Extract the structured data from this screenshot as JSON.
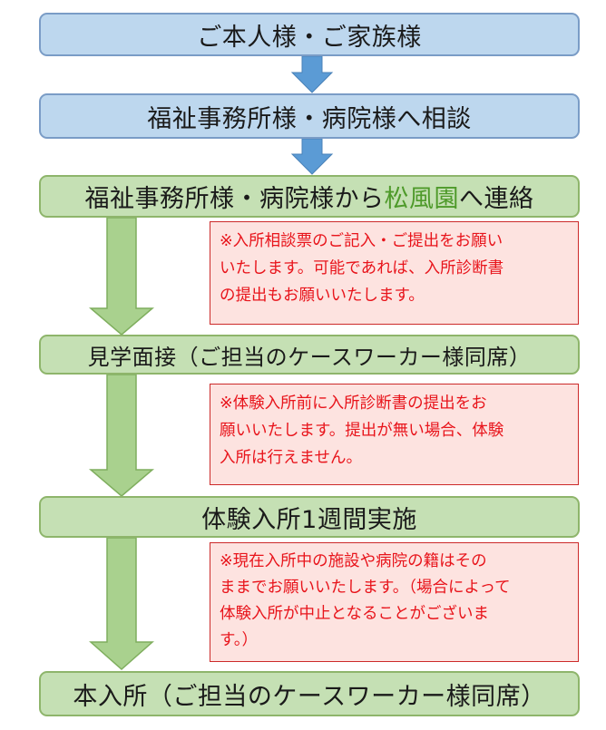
{
  "steps": {
    "family": "ご本人様・ご家族様",
    "consult": "福祉事務所様・病院様へ相談",
    "contact": {
      "prefix": "福祉事務所様・病院様から",
      "facility": "松風園",
      "suffix": "へ連絡"
    },
    "visit": "見学面接（ご担当のケースワーカー様同席）",
    "trial": "体験入所1週間実施",
    "admission": "本入所（ご担当のケースワーカー様同席）"
  },
  "notes": {
    "n1": [
      "※入所相談票のご記入・ご提出をお願い",
      "いたします。可能であれば、入所診断書",
      "の提出もお願いいたします。"
    ],
    "n2": [
      "※体験入所前に入所診断書の提出をお",
      "願いいたします。提出が無い場合、体験",
      "入所は行えません。"
    ],
    "n3": [
      "※現在入所中の施設や病院の籍はその",
      "ままでお願いいたします。（場合によって",
      "体験入所が中止となることがございま",
      "す。）"
    ]
  },
  "colors": {
    "blue_fill": "#bdd7ee",
    "green_fill": "#c5e0b4",
    "facility_accent": "#4e9a2a",
    "note_text": "#e8141b"
  }
}
